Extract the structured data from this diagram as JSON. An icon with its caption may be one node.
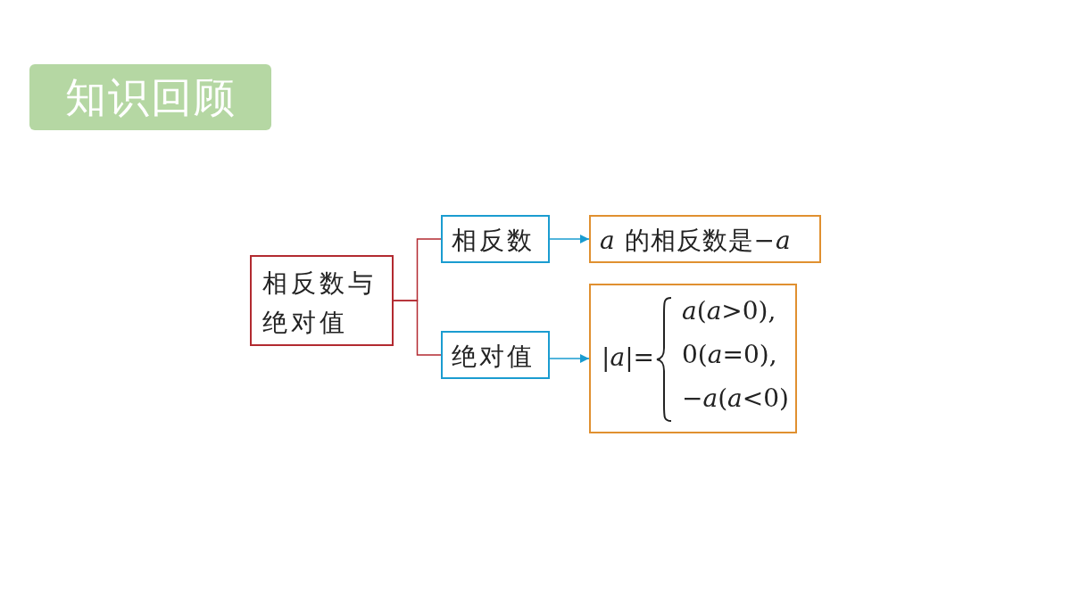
{
  "diagram": {
    "title": "知识回顾",
    "nodes": [
      {
        "text": [
          "相反数与绝对值"
        ]
      },
      {
        "text": [
          "相反数"
        ]
      },
      {
        "text": [
          "绝对值"
        ]
      },
      {
        "text": [
          "*a* 的相反数是−*a*"
        ]
      },
      {
        "text": [
          "|*a*|=",
          "*a*(*a*>0),",
          "0(*a*=0),",
          "−*a*(*a*<0)"
        ]
      }
    ],
    "edges": [
      {
        "from": 0,
        "to": 1,
        "arrow": "none",
        "color": "#b22a30"
      },
      {
        "from": 0,
        "to": 2,
        "arrow": "none",
        "color": "#b22a30"
      },
      {
        "from": 1,
        "to": 3,
        "arrow": "to",
        "color": "#1a9cd0"
      },
      {
        "from": 2,
        "to": 4,
        "arrow": "to",
        "color": "#1a9cd0"
      }
    ]
  }
}
